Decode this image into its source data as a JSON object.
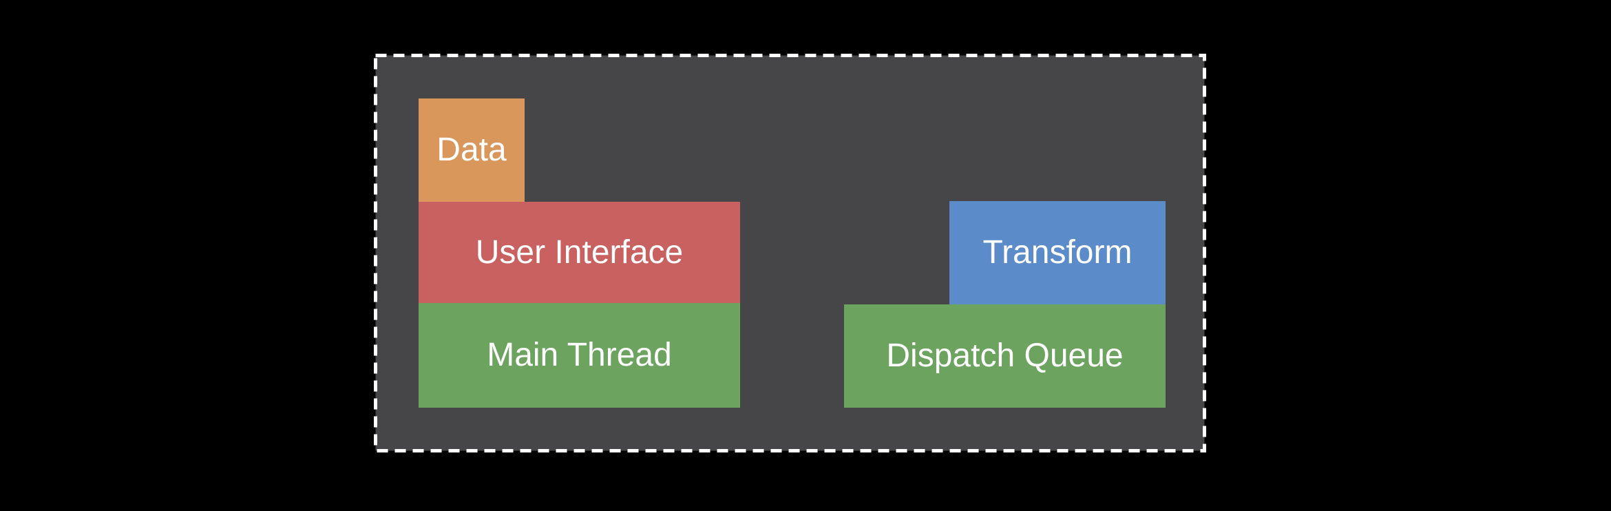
{
  "canvas": {
    "background_color": "#000000"
  },
  "panel": {
    "background_color": "#464648",
    "border_color": "#ffffff",
    "border_style": "dashed"
  },
  "blocks": {
    "data": {
      "label": "Data",
      "color": "#d9975c"
    },
    "user_interface": {
      "label": "User Interface",
      "color": "#c96161"
    },
    "main_thread": {
      "label": "Main Thread",
      "color": "#6ba35f"
    },
    "transform": {
      "label": "Transform",
      "color": "#5c8bc9"
    },
    "dispatch_queue": {
      "label": "Dispatch Queue",
      "color": "#6ba35f"
    }
  },
  "text_color": "#ffffff"
}
